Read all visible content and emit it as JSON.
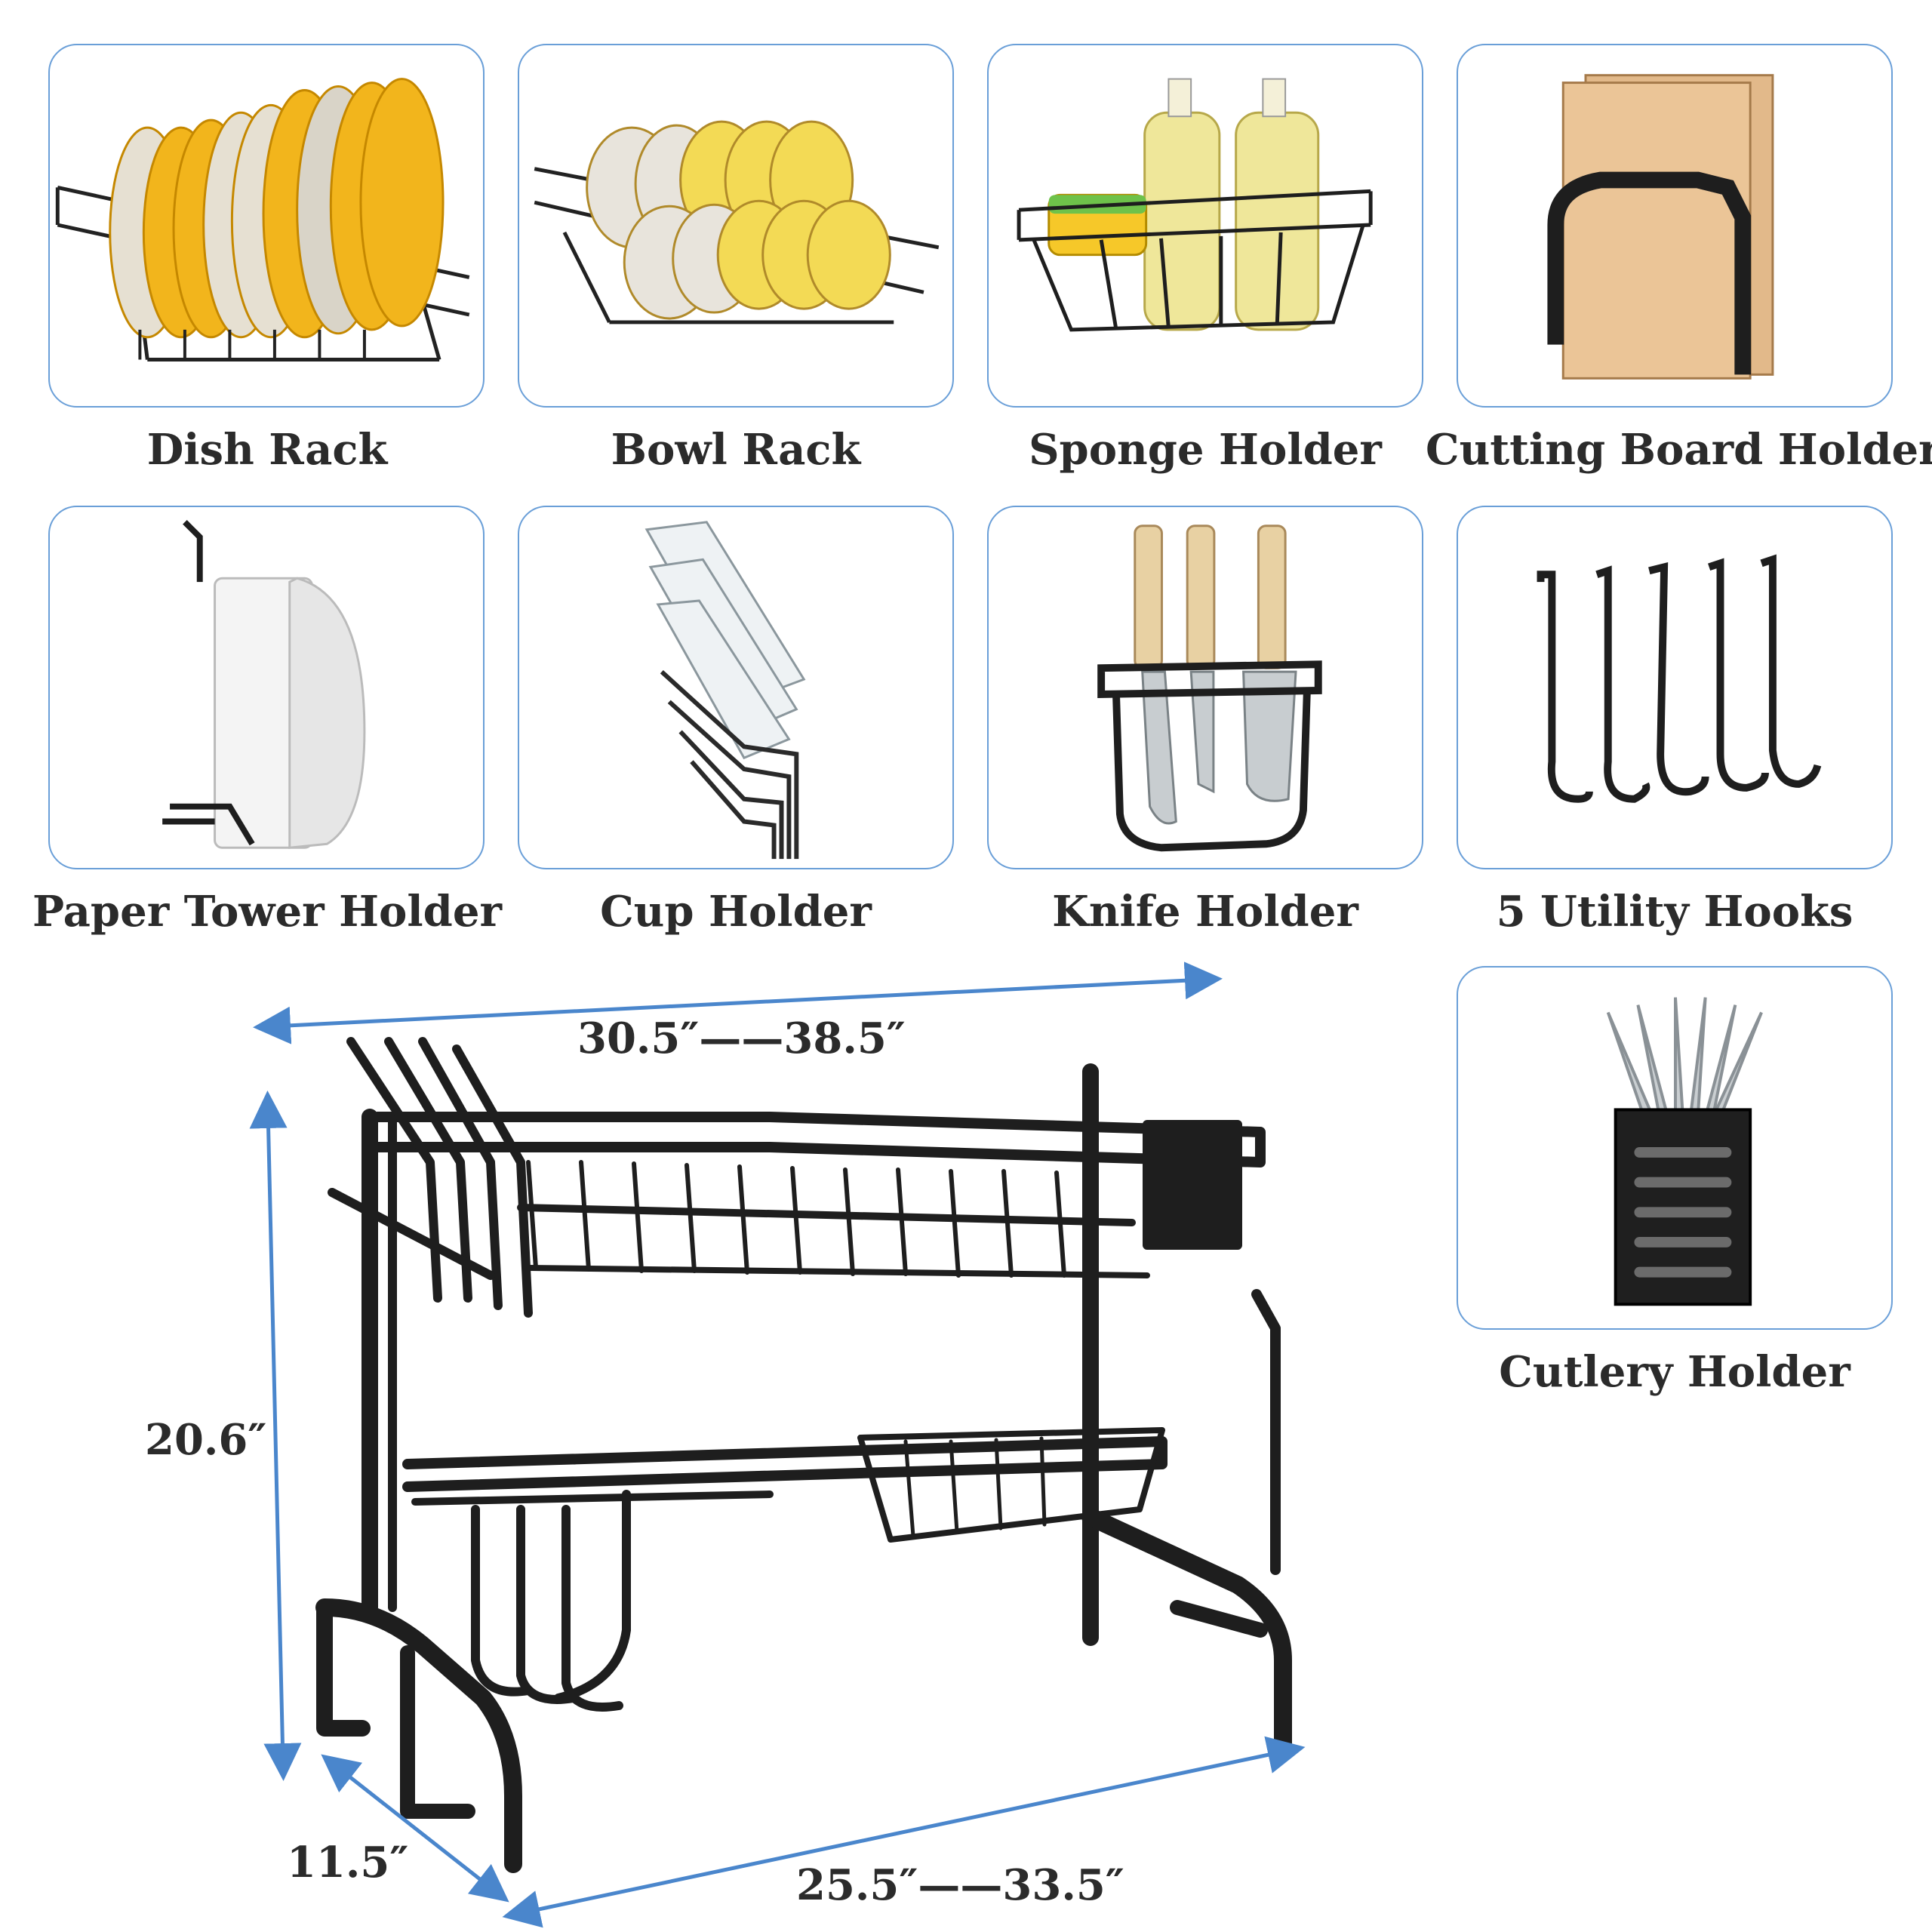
{
  "accessories": [
    {
      "label": "Dish Rack",
      "icon": "dish-rack-icon"
    },
    {
      "label": "Bowl Rack",
      "icon": "bowl-rack-icon"
    },
    {
      "label": "Sponge Holder",
      "icon": "sponge-holder-icon"
    },
    {
      "label": "Cutting Board Holder",
      "icon": "cutting-board-holder-icon"
    },
    {
      "label": "Paper Tower Holder",
      "icon": "paper-towel-holder-icon"
    },
    {
      "label": "Cup Holder",
      "icon": "cup-holder-icon"
    },
    {
      "label": "Knife Holder",
      "icon": "knife-holder-icon"
    },
    {
      "label": "5 Utility Hooks",
      "icon": "utility-hooks-icon"
    },
    {
      "label": "Cutlery Holder",
      "icon": "cutlery-holder-icon"
    }
  ],
  "dimensions": {
    "top_width": "30.5″——38.5″",
    "height": "20.6″",
    "depth": "11.5″",
    "bottom_width": "25.5″——33.5″"
  },
  "colors": {
    "card_border": "#6a9fd8",
    "arrow": "#4a86cc",
    "metal": "#1e1e1e",
    "plate_yellow": "#f2b51c",
    "wood": "#e2b98a"
  }
}
